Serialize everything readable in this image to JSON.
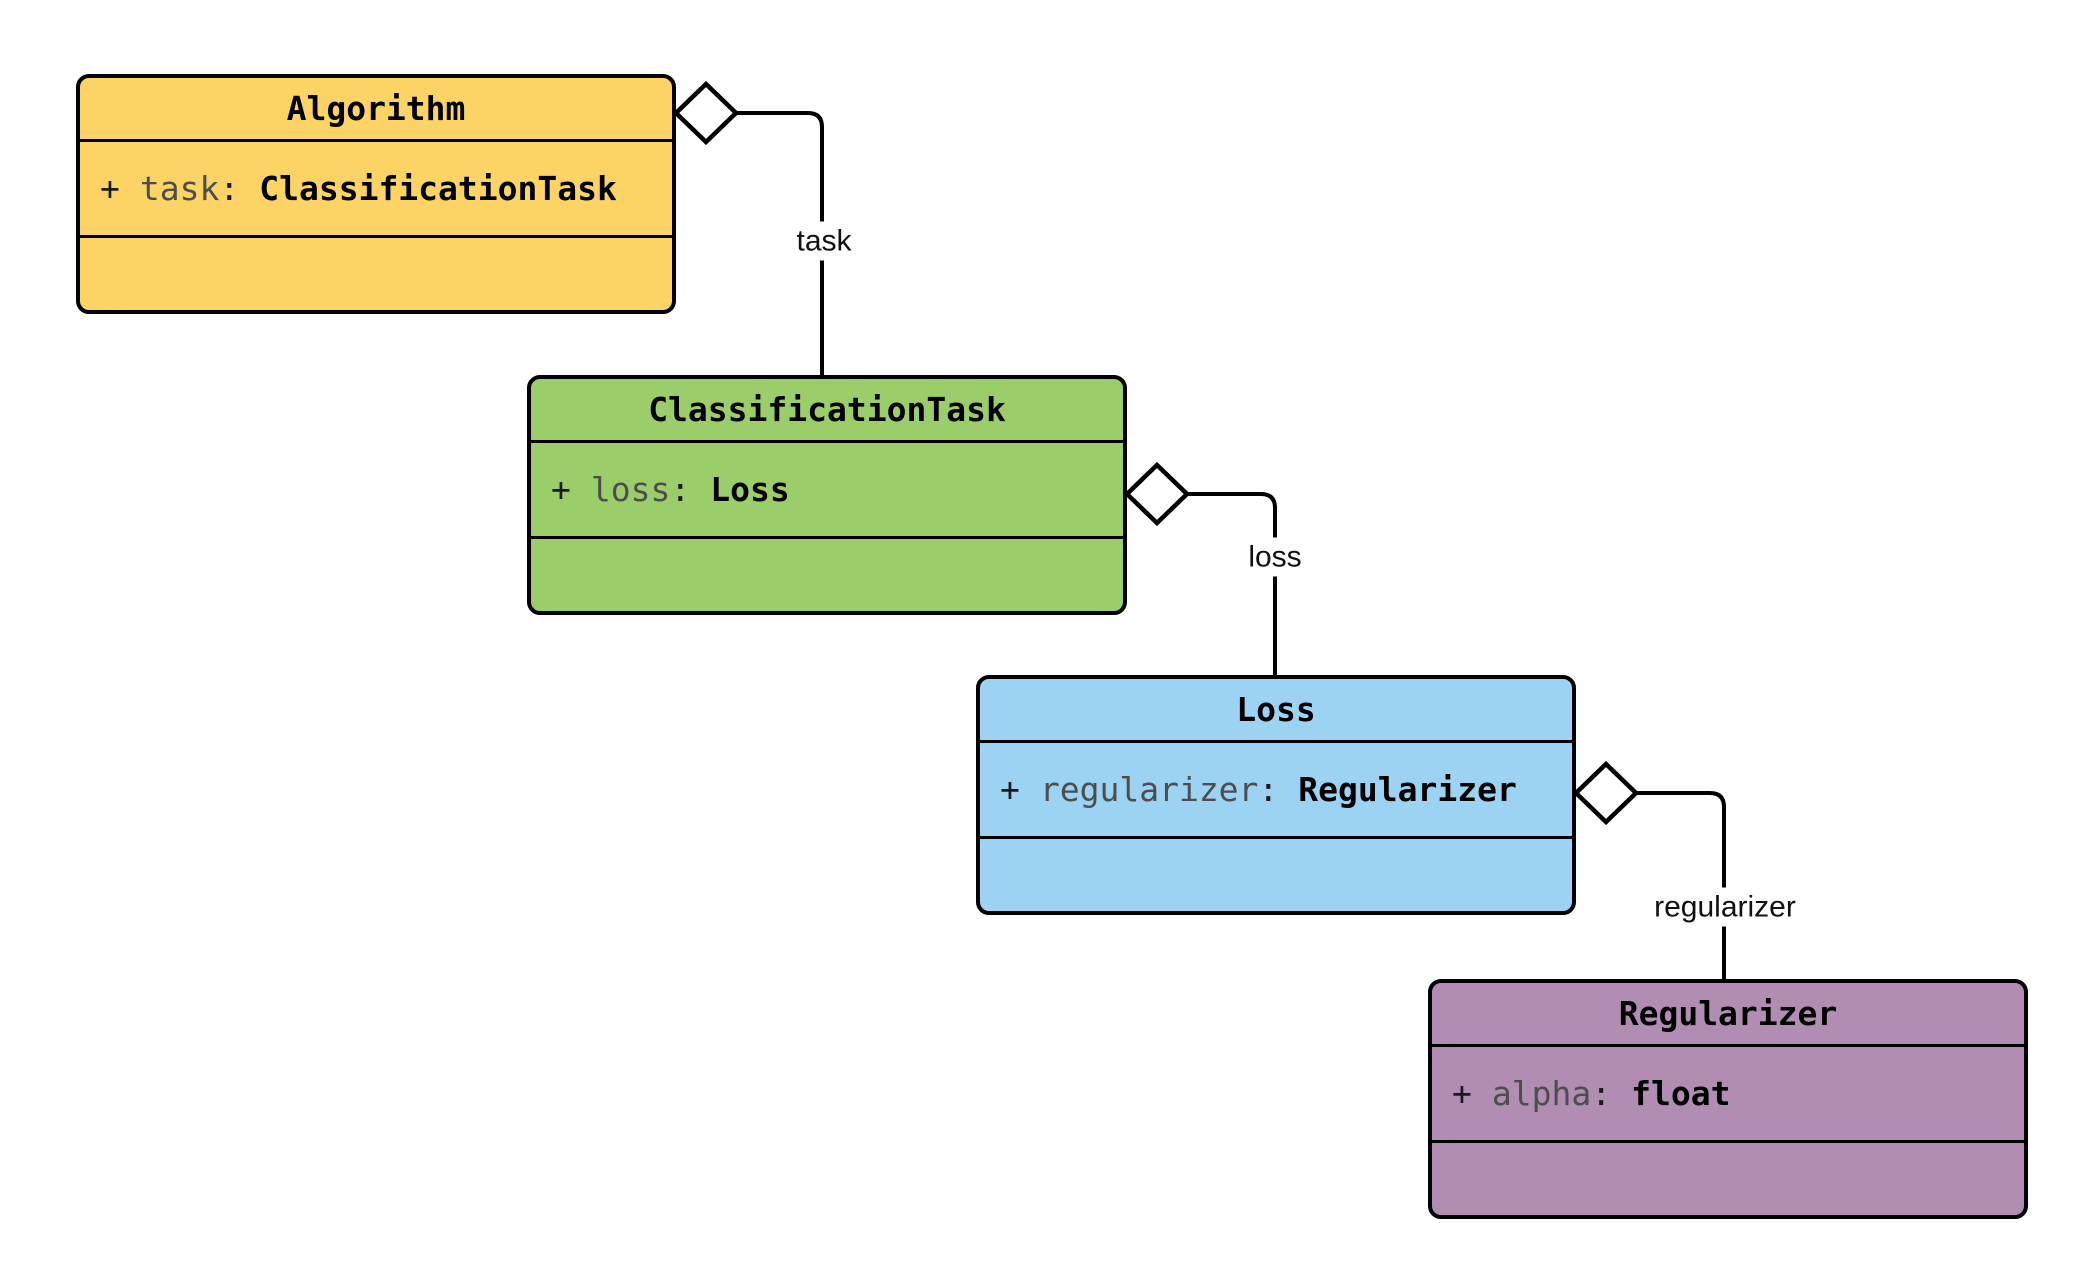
{
  "diagram": {
    "type": "uml-class-diagram",
    "background": "#ffffff",
    "stroke_color": "#000000",
    "classes": [
      {
        "name": "Algorithm",
        "fill": "#FCD466",
        "attribute": {
          "visibility": "+",
          "name": "task",
          "type": "ClassificationTask"
        }
      },
      {
        "name": "ClassificationTask",
        "fill": "#9BCE6B",
        "attribute": {
          "visibility": "+",
          "name": "loss",
          "type": "Loss"
        }
      },
      {
        "name": "Loss",
        "fill": "#9CD2F2",
        "attribute": {
          "visibility": "+",
          "name": "regularizer",
          "type": "Regularizer"
        }
      },
      {
        "name": "Regularizer",
        "fill": "#B18DB4",
        "attribute": {
          "visibility": "+",
          "name": "alpha",
          "type": "float"
        }
      }
    ],
    "edges": [
      {
        "from": "Algorithm",
        "to": "ClassificationTask",
        "label": "task",
        "kind": "aggregation"
      },
      {
        "from": "ClassificationTask",
        "to": "Loss",
        "label": "loss",
        "kind": "aggregation"
      },
      {
        "from": "Loss",
        "to": "Regularizer",
        "label": "regularizer",
        "kind": "aggregation"
      }
    ]
  },
  "syntax": {
    "colon": ":"
  }
}
